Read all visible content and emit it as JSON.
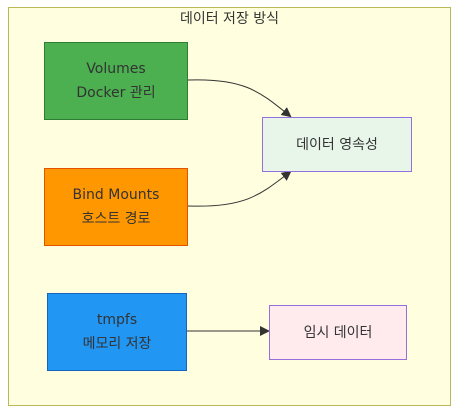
{
  "group": {
    "title": "데이터 저장 방식"
  },
  "nodes": {
    "volumes": {
      "line1": "Volumes",
      "line2": "Docker 관리",
      "fill": "#4caf50"
    },
    "bind_mounts": {
      "line1": "Bind Mounts",
      "line2": "호스트 경로",
      "fill": "#ff9800"
    },
    "tmpfs": {
      "line1": "tmpfs",
      "line2": "메모리 저장",
      "fill": "#2196f3"
    },
    "persistence": {
      "label": "데이터 영속성",
      "fill": "#e8f5e9"
    },
    "temporary": {
      "label": "임시 데이터",
      "fill": "#ffebee"
    }
  },
  "edges": [
    {
      "from": "volumes",
      "to": "persistence"
    },
    {
      "from": "bind_mounts",
      "to": "persistence"
    },
    {
      "from": "tmpfs",
      "to": "temporary"
    }
  ]
}
